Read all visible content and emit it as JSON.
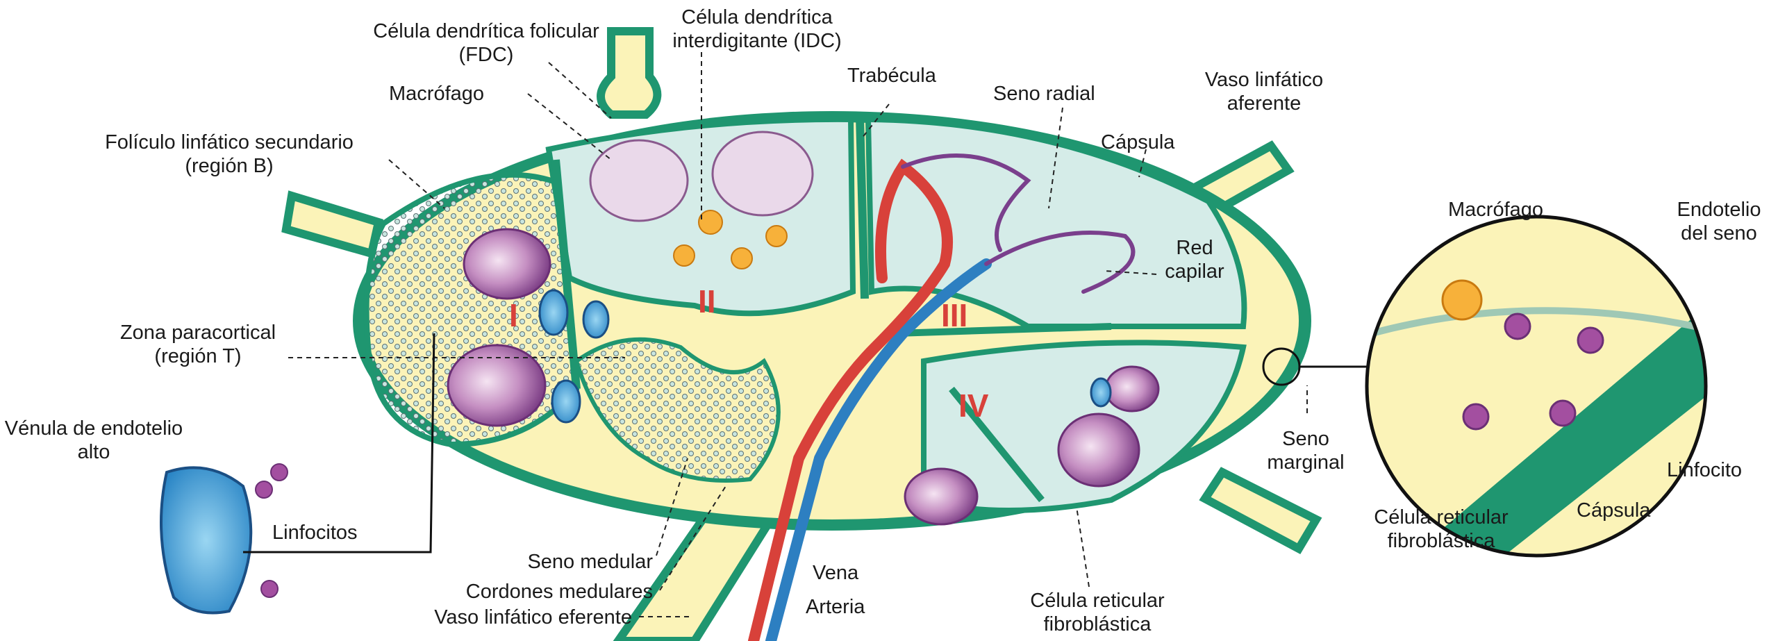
{
  "labels": {
    "fdc": "Célula dendrítica folicular (FDC)",
    "idc": "Célula dendrítica interdigitante (IDC)",
    "macrofago": "Macrófago",
    "trabecula": "Trabécula",
    "seno_radial": "Seno radial",
    "vaso_aferente": "Vaso linfático aferente",
    "foliculo": "Folículo linfático secundario (región B)",
    "capsula": "Cápsula",
    "red_capilar": "Red capilar",
    "zona_paracortical": "Zona paracortical (región T)",
    "venula": "Vénula de endotelio alto",
    "linfocitos": "Linfocitos",
    "seno_medular": "Seno medular",
    "cordones": "Cordones medulares",
    "vaso_eferente": "Vaso linfático eferente",
    "vena": "Vena",
    "arteria": "Arteria",
    "celula_reticular": "Célula reticular fibroblástica",
    "seno_marginal": "Seno marginal",
    "inset_macrofago": "Macrófago",
    "inset_endotelio": "Endotelio del seno",
    "inset_linfocito": "Linfocito",
    "inset_capsula": "Cápsula",
    "inset_celula_reticular": "Célula reticular fibroblástica"
  },
  "regions": [
    "I",
    "II",
    "III",
    "IV"
  ],
  "colors": {
    "capsule": "#1f9670",
    "sinus": "#fbf3b8",
    "cortex": "#d5ece8",
    "follicle": "#9a5a9e",
    "artery": "#d8413a",
    "vein": "#2d7fc1",
    "region_numeral": "#d8413a"
  }
}
